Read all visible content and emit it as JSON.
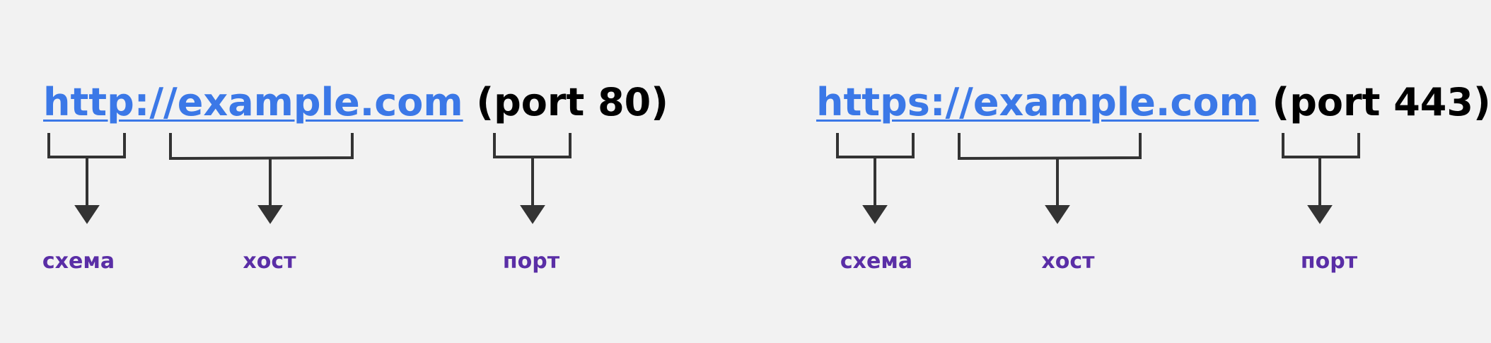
{
  "diagrams": [
    {
      "url": "http://example.com",
      "suffix": " (port 80)",
      "labels": [
        "схема",
        "хост",
        "порт"
      ]
    },
    {
      "url": "https://example.com",
      "suffix": " (port 443)",
      "labels": [
        "схема",
        "хост",
        "порт"
      ]
    }
  ],
  "colors": {
    "background": "#f2f2f2",
    "url": "#3b78e7",
    "text": "#000000",
    "label": "#5a2ea6",
    "bracket": "#333333"
  }
}
